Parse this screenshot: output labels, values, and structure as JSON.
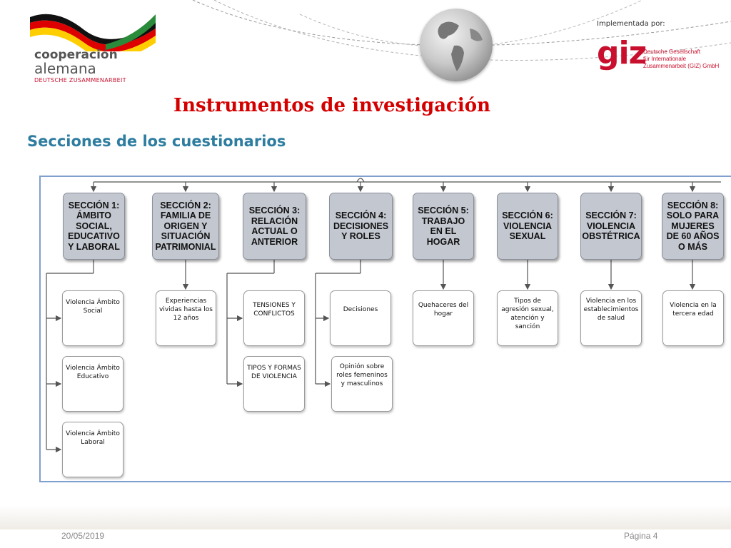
{
  "header": {
    "brand_line1": "cooperación",
    "brand_line2": "alemana",
    "brand_line3": "DEUTSCHE ZUSAMMENARBEIT",
    "implemented_by": "Implementada por:",
    "giz_logo": "giz",
    "giz_line1": "Deutsche Gesellschaft",
    "giz_line2": "für Internationale",
    "giz_line3": "Zusammenarbeit (GIZ) GmbH"
  },
  "title": "Instrumentos de investigación",
  "subtitle": "Secciones de los cuestionarios",
  "sections": [
    {
      "label": "SECCIÓN 1: ÁMBITO SOCIAL, EDUCATIVO Y LABORAL",
      "children": [
        "Violencia Ámbito Social",
        "Violencia Ámbito Educativo",
        "Violencia Ámbito Laboral"
      ]
    },
    {
      "label": "SECCIÓN 2: FAMILIA DE ORIGEN Y SITUACIÓN PATRIMONIAL",
      "children": [
        "Experiencias vividas hasta los 12 años"
      ]
    },
    {
      "label": "SECCIÓN 3: RELACIÓN ACTUAL O ANTERIOR",
      "children": [
        "TENSIONES Y CONFLICTOS",
        "TIPOS Y FORMAS DE VIOLENCIA"
      ]
    },
    {
      "label": "SECCIÓN 4: DECISIONES Y ROLES",
      "children": [
        "Decisiones",
        "Opinión sobre roles femeninos y masculinos"
      ]
    },
    {
      "label": "SECCIÓN 5: TRABAJO EN EL HOGAR",
      "children": [
        "Quehaceres del hogar"
      ]
    },
    {
      "label": "SECCIÓN 6: VIOLENCIA SEXUAL",
      "children": [
        "Tipos de agresión sexual, atención y sanción"
      ]
    },
    {
      "label": "SECCIÓN 7: VIOLENCIA OBSTÉTRICA",
      "children": [
        "Violencia en los establecimientos de salud"
      ]
    },
    {
      "label": "SECCIÓN 8: SOLO PARA MUJERES DE 60 AÑOS O MÁS",
      "children": [
        "Violencia en la tercera edad"
      ]
    }
  ],
  "footer": {
    "date": "20/05/2019",
    "page": "Página 4"
  },
  "colors": {
    "title": "#d40000",
    "subtitle": "#2e7da0",
    "giz": "#c8102e",
    "section_box": "#c3c7d0",
    "frame": "#7fa0cf"
  }
}
